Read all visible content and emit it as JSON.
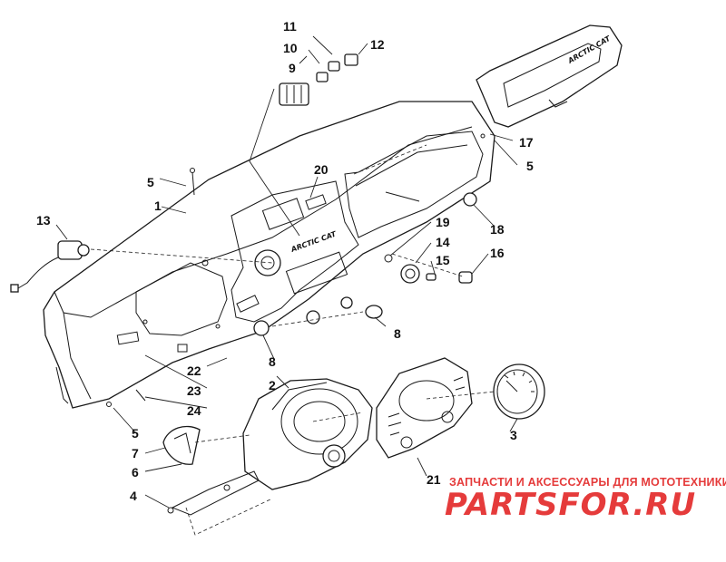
{
  "labels": {
    "n1": "1",
    "n2": "2",
    "n3": "3",
    "n4": "4",
    "n5a": "5",
    "n5b": "5",
    "n5c": "5",
    "n6": "6",
    "n7": "7",
    "n8a": "8",
    "n8b": "8",
    "n9": "9",
    "n10": "10",
    "n11": "11",
    "n12": "12",
    "n13": "13",
    "n14": "14",
    "n15": "15",
    "n16": "16",
    "n17": "17",
    "n18": "18",
    "n19": "19",
    "n20": "20",
    "n21": "21",
    "n22": "22",
    "n23": "23",
    "n24": "24"
  },
  "parts": {
    "dash_brand": "ARCTIC CAT",
    "pod_brand": "ARCTIC CAT"
  },
  "watermark": {
    "tagline": "ЗАПЧАСТИ И АКСЕССУАРЫ ДЛЯ МОТОТЕХНИКИ",
    "logo": "PARTSFOR.RU",
    "color": "#e53b3b"
  }
}
